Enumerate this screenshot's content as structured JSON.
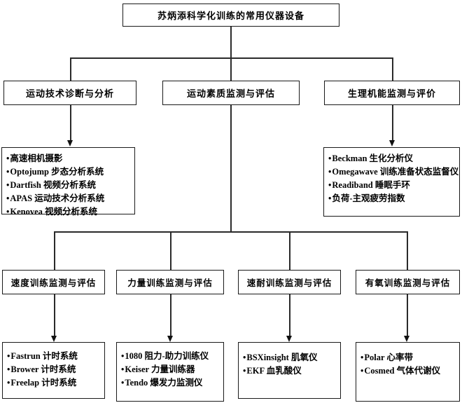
{
  "title": "苏炳添科学化训练的常用仪器设备",
  "bullet": "•",
  "level1": [
    {
      "label": "运动技术诊断与分析",
      "items": [
        "高速相机摄影",
        "Optojump 步态分析系统",
        "Dartfish 视频分析系统",
        "APAS 运动技术分析系统",
        "Kenovea 视频分析系统"
      ]
    },
    {
      "label": "运动素质监测与评估"
    },
    {
      "label": "生理机能监测与评价",
      "items": [
        "Beckman 生化分析仪",
        "Omegawave 训练准备状态监督仪",
        "Readiband 睡眠手环",
        "负荷-主观疲劳指数"
      ]
    }
  ],
  "level2": [
    {
      "label": "速度训练监测与评估",
      "items": [
        "Fastrun 计时系统",
        "Brower 计时系统",
        "Freelap 计时系统"
      ]
    },
    {
      "label": "力量训练监测与评估",
      "items": [
        "1080 阻力-助力训练仪",
        "Keiser 力量训练器",
        "Tendo 爆发力监测仪"
      ]
    },
    {
      "label": "速耐训练监测与评估",
      "items": [
        "BSXinsight 肌氧仪",
        "EKF 血乳酸仪"
      ]
    },
    {
      "label": "有氧训练监测与评估",
      "items": [
        "Polar 心率带",
        "Cosmed 气体代谢仪"
      ]
    }
  ],
  "colors": {
    "line": "#2a2a2a",
    "border": "#1a1a1a",
    "background": "#ffffff",
    "text": "#000000"
  }
}
